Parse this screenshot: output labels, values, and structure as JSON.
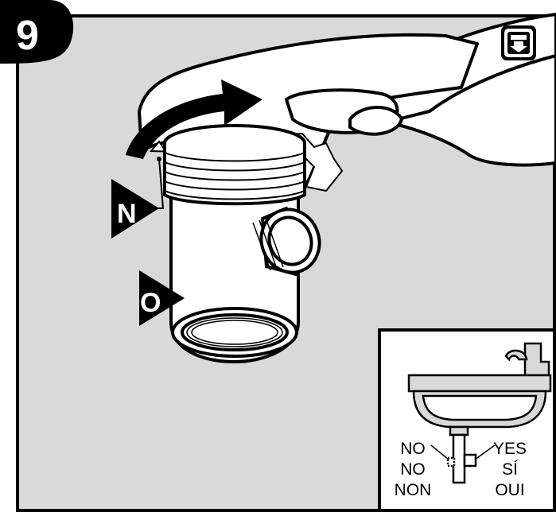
{
  "step": {
    "number": "9"
  },
  "callouts": {
    "n": "N",
    "o": "O"
  },
  "icon": {
    "name": "water-shutoff-icon"
  },
  "inset": {
    "no_labels": [
      "NO",
      "NO",
      "NON"
    ],
    "yes_labels": [
      "YES",
      "SÍ",
      "OUI"
    ]
  },
  "colors": {
    "panel_bg": "#d9d9d9",
    "line": "#000000",
    "fill_white": "#ffffff"
  }
}
